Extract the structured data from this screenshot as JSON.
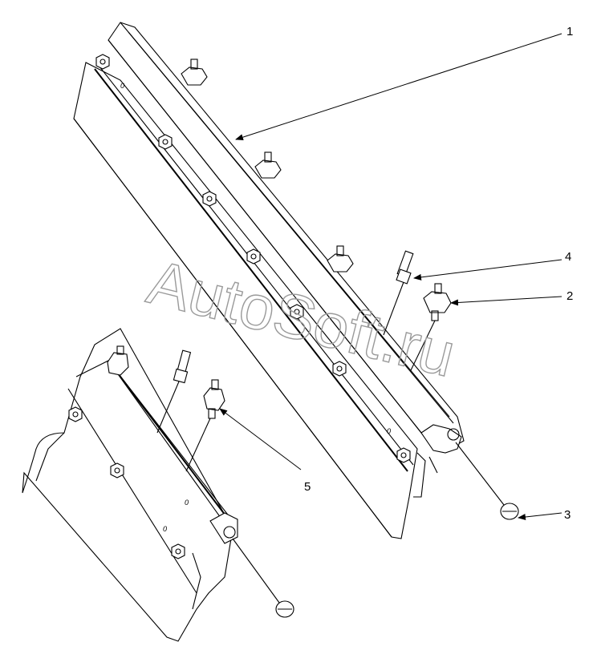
{
  "diagram": {
    "callouts": [
      {
        "id": "callout-1",
        "label": "1"
      },
      {
        "id": "callout-2",
        "label": "2"
      },
      {
        "id": "callout-3",
        "label": "3"
      },
      {
        "id": "callout-4",
        "label": "4"
      },
      {
        "id": "callout-5",
        "label": "5"
      }
    ],
    "part_marks": [
      "0",
      "0",
      "0",
      "0"
    ]
  },
  "watermark": {
    "text": "AutoSoft.ru"
  }
}
